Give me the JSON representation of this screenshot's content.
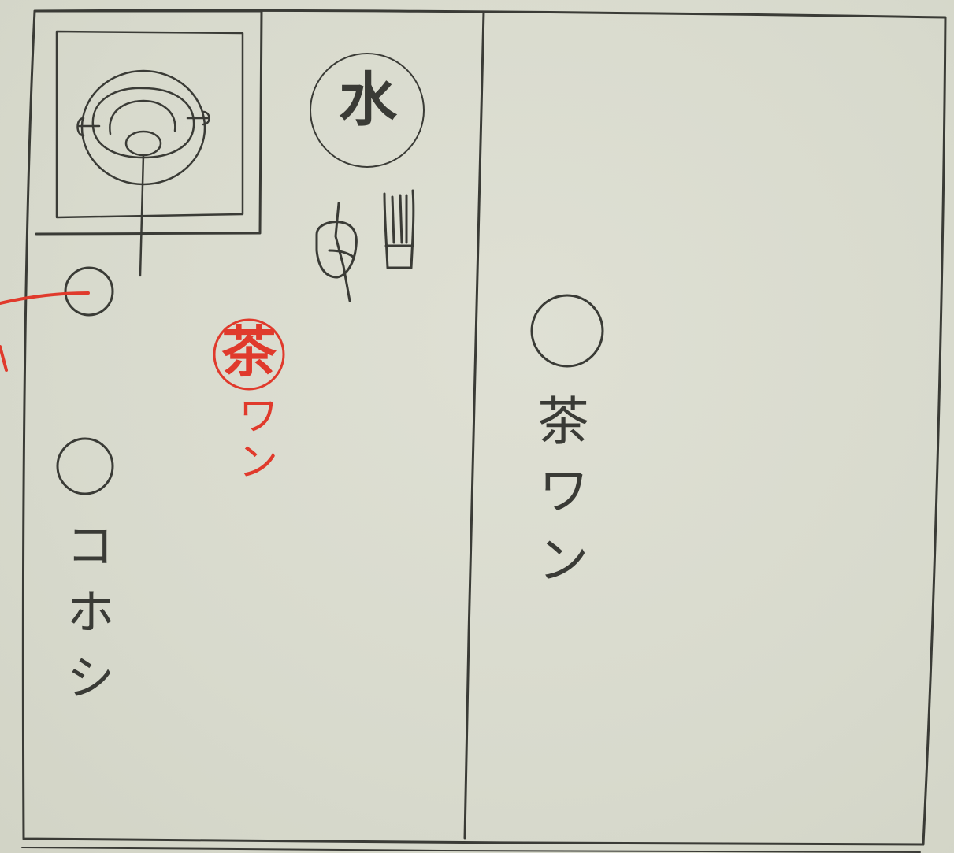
{
  "sketch": {
    "water_label": "水",
    "tea_bowl_label": "茶",
    "tea_bowl_sub": "ワン",
    "koboshi_label": "コホシ",
    "right_label": "茶ワン"
  },
  "colors": {
    "paper": "#d9dbce",
    "ink": "#3a3b36",
    "red_ink": "#e03a2c"
  },
  "icons": [
    "kettle-icon",
    "water-jar-icon",
    "tea-whisk-icon",
    "tea-scoop-icon"
  ]
}
